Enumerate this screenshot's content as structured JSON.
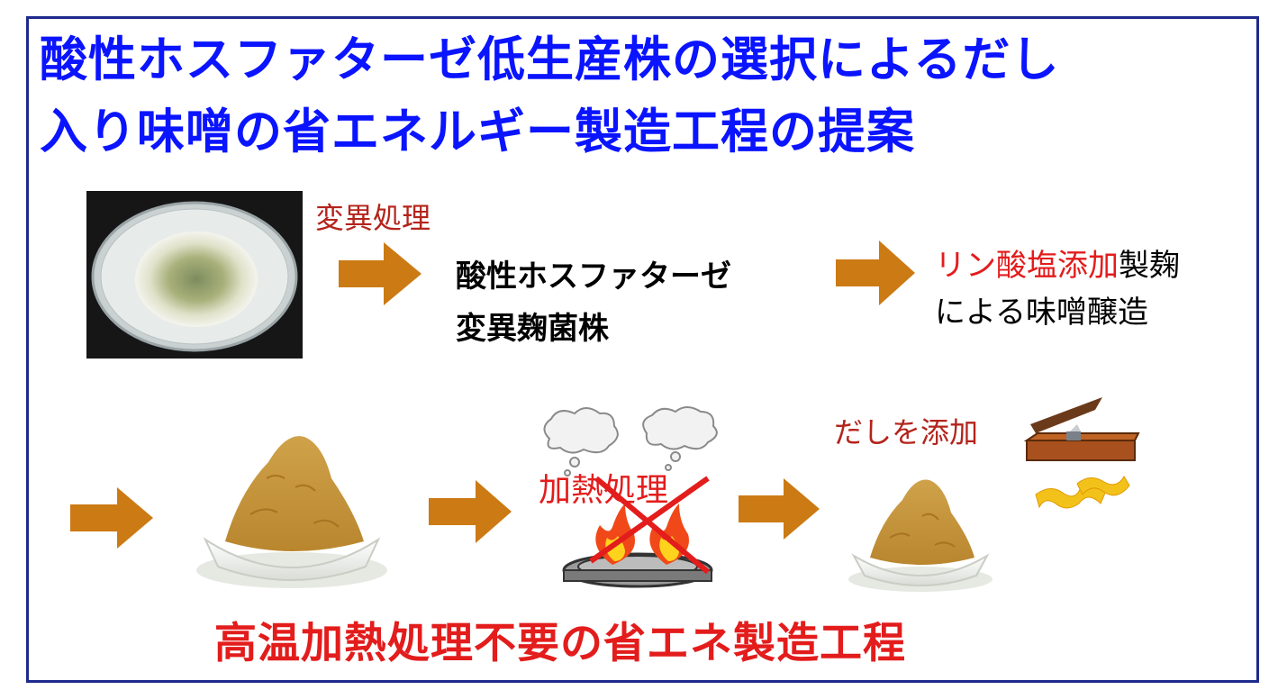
{
  "title": {
    "line1": "酸性ホスファターゼ低生産株の選択によるだし",
    "line2": "入り味噌の省エネルギー製造工程の提案"
  },
  "step1": {
    "label": "変異処理",
    "label_color": "#b3241b"
  },
  "step2": {
    "line1": "酸性ホスファターゼ",
    "line2": "変異麹菌株"
  },
  "step3": {
    "red_text": "リン酸塩添加",
    "black_text": "製麹",
    "line2": "による味噌醸造",
    "red_color": "#e31c1c"
  },
  "step4": {
    "heat_label": "加熱処理",
    "heat_color": "#e31c1c"
  },
  "step5": {
    "dashi_label": "だしを添加",
    "dashi_color": "#b3241b"
  },
  "conclusion": {
    "text": "高温加熱処理不要の省エネ製造工程",
    "color": "#e31c1c"
  },
  "colors": {
    "title": "#0a14ff",
    "border": "#1e2a8c",
    "arrow": "#cc7a14"
  }
}
